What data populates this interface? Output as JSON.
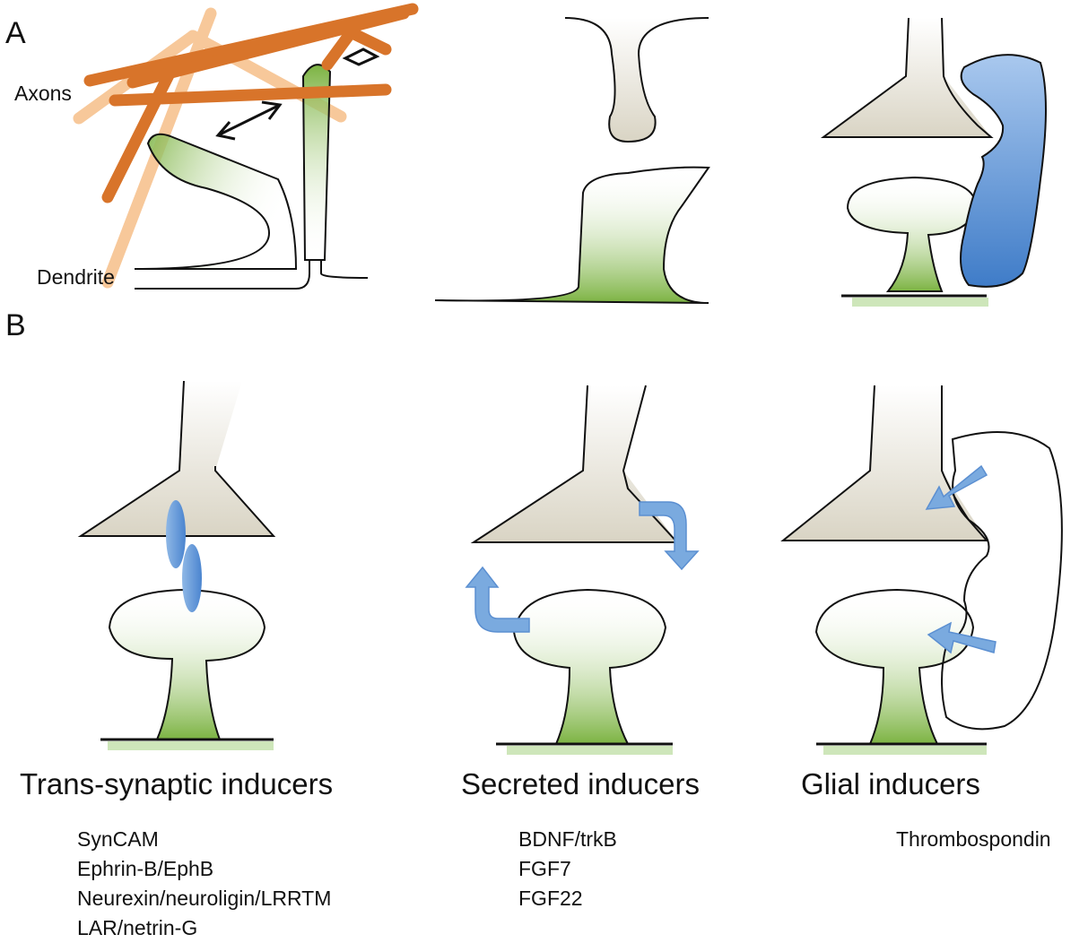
{
  "panels": {
    "a": "A",
    "b": "B"
  },
  "labels": {
    "axons": "Axons",
    "dendrite": "Dendrite"
  },
  "columns": [
    {
      "heading": "Trans-synaptic inducers",
      "items": [
        "SynCAM",
        "Ephrin-B/EphB",
        "Neurexin/neuroligin/LRRTM",
        "LAR/netrin-G"
      ]
    },
    {
      "heading": "Secreted inducers",
      "items": [
        "BDNF/trkB",
        "FGF7",
        "FGF22"
      ]
    },
    {
      "heading": "Glial inducers",
      "items": [
        "Thrombospondin"
      ]
    }
  ],
  "colors": {
    "axon": "#d8742a",
    "axon_faded": "#f7c89a",
    "dendrite_green": "#7cb342",
    "glia_blue": "#5b8fd1",
    "arrow_blue": "#7aaadf",
    "presynaptic": "#d9d4c4",
    "outline": "#111111"
  },
  "icons": [
    "double-arrow-icon",
    "curved-arrow-icon",
    "straight-arrow-icon"
  ]
}
